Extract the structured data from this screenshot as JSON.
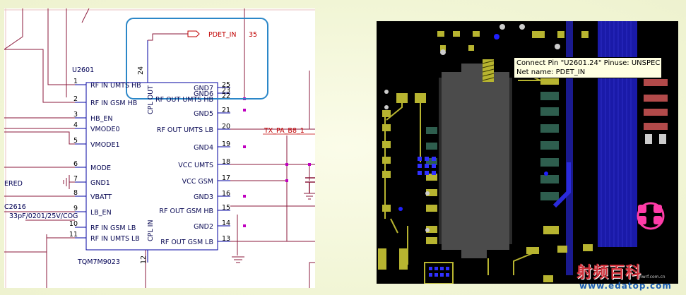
{
  "schematic": {
    "ref_des": "U2601",
    "part_number": "TQM7M9023",
    "pins": {
      "left": [
        {
          "num": "1",
          "name": "RF IN UMTS HB"
        },
        {
          "num": "2",
          "name": "RF IN GSM HB"
        },
        {
          "num": "3",
          "name": "HB_EN"
        },
        {
          "num": "4",
          "name": "VMODE0"
        },
        {
          "num": "5",
          "name": "VMODE1"
        },
        {
          "num": "6",
          "name": "MODE"
        },
        {
          "num": "7",
          "name": "GND1"
        },
        {
          "num": "8",
          "name": "VBATT"
        },
        {
          "num": "9",
          "name": "LB_EN"
        },
        {
          "num": "10",
          "name": "RF IN GSM LB"
        },
        {
          "num": "11",
          "name": "RF IN UMTS LB"
        }
      ],
      "right": [
        {
          "num": "25",
          "name": "GND7"
        },
        {
          "num": "23",
          "name": "GND6"
        },
        {
          "num": "22",
          "name": "RF OUT UMTS HB"
        },
        {
          "num": "21",
          "name": "GND5"
        },
        {
          "num": "20",
          "name": "RF OUT UMTS LB"
        },
        {
          "num": "19",
          "name": "GND4"
        },
        {
          "num": "18",
          "name": "VCC UMTS"
        },
        {
          "num": "17",
          "name": "VCC GSM"
        },
        {
          "num": "16",
          "name": "GND3"
        },
        {
          "num": "15",
          "name": "RF OUT GSM HB"
        },
        {
          "num": "14",
          "name": "GND2"
        },
        {
          "num": "13",
          "name": "RF OUT GSM LB"
        }
      ],
      "top": {
        "num": "24",
        "name": "CPL OUT"
      },
      "bottom": {
        "num": "12",
        "name": "CPL IN"
      }
    },
    "net_pdet": "PDET_IN",
    "net_pdet_num": "35",
    "net_tx": "TX_PA_B8_1",
    "partial_left_label": "ERED",
    "cap_ref": "C2616",
    "cap_value": "33pF/0201/25V/COG"
  },
  "pcb": {
    "tooltip_line1": "Connect Pin \"U2601.24\"   Pinuse: UNSPEC",
    "tooltip_line2": "Net name: PDET_IN",
    "small_caption": "hwrf.com.cn"
  },
  "watermark": {
    "logo_text": "射频百科",
    "url": "www.edatop.com"
  },
  "colors": {
    "highlight_box": "#2b87c8",
    "wire": "#8b1a3b",
    "net_label": "#c00000",
    "pcb_bg": "#000000",
    "pad_yellow": "#b7b430",
    "pad_teal": "#2e5e4e",
    "plane_blue": "#1a1aa8",
    "chip_grey": "#4b4b4b"
  }
}
